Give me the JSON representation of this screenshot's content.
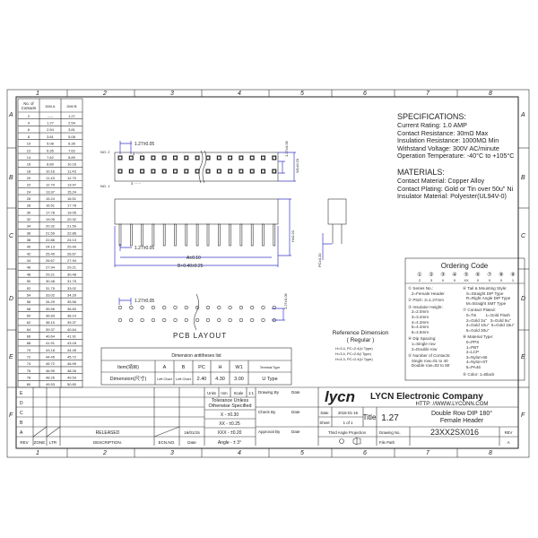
{
  "frame": {
    "columns": [
      "1",
      "2",
      "3",
      "4",
      "5",
      "6",
      "7",
      "8"
    ],
    "rows": [
      "A",
      "B",
      "C",
      "D",
      "E",
      "F"
    ]
  },
  "contacts_table": {
    "headers": [
      "No. of Contacts",
      "DIM A",
      "DIM B"
    ],
    "rows": [
      [
        "2",
        "-----",
        "1.27"
      ],
      [
        "4",
        "1.27",
        "2.54"
      ],
      [
        "6",
        "2.54",
        "3.81"
      ],
      [
        "8",
        "3.81",
        "5.08"
      ],
      [
        "10",
        "5.08",
        "6.35"
      ],
      [
        "12",
        "6.35",
        "7.62"
      ],
      [
        "14",
        "7.62",
        "8.89"
      ],
      [
        "16",
        "8.89",
        "10.16"
      ],
      [
        "18",
        "10.16",
        "11.43"
      ],
      [
        "20",
        "11.43",
        "12.70"
      ],
      [
        "22",
        "12.70",
        "13.97"
      ],
      [
        "24",
        "13.97",
        "15.24"
      ],
      [
        "26",
        "15.24",
        "16.51"
      ],
      [
        "28",
        "16.51",
        "17.78"
      ],
      [
        "30",
        "17.78",
        "19.05"
      ],
      [
        "32",
        "19.05",
        "20.32"
      ],
      [
        "34",
        "20.32",
        "21.59"
      ],
      [
        "36",
        "21.59",
        "22.86"
      ],
      [
        "38",
        "22.86",
        "24.13"
      ],
      [
        "40",
        "24.13",
        "25.40"
      ],
      [
        "42",
        "25.40",
        "26.67"
      ],
      [
        "44",
        "26.67",
        "27.94"
      ],
      [
        "46",
        "27.94",
        "29.21"
      ],
      [
        "48",
        "29.21",
        "30.48"
      ],
      [
        "50",
        "30.48",
        "31.75"
      ],
      [
        "52",
        "31.75",
        "33.02"
      ],
      [
        "54",
        "33.02",
        "34.29"
      ],
      [
        "56",
        "34.29",
        "35.56"
      ],
      [
        "58",
        "35.56",
        "36.83"
      ],
      [
        "60",
        "36.83",
        "38.10"
      ],
      [
        "62",
        "38.10",
        "39.37"
      ],
      [
        "64",
        "39.37",
        "40.64"
      ],
      [
        "66",
        "40.64",
        "41.91"
      ],
      [
        "68",
        "41.91",
        "43.18"
      ],
      [
        "70",
        "43.18",
        "44.45"
      ],
      [
        "72",
        "44.45",
        "45.72"
      ],
      [
        "74",
        "45.72",
        "46.99"
      ],
      [
        "76",
        "46.99",
        "48.26"
      ],
      [
        "78",
        "48.26",
        "49.53"
      ],
      [
        "80",
        "49.53",
        "50.80"
      ]
    ]
  },
  "drawing": {
    "no2": "NO. 2",
    "no1": "NO. 1",
    "pin4": "4 ······",
    "pin3": "3 ······",
    "pitch_top": "1.27±0.05",
    "row_pitch": "1.27±0.05",
    "w1": "W1±0.20",
    "pitch_side": "1.27±0.05",
    "dim_a": "A±0.10",
    "dim_b": "B+0.40±0.25",
    "h": "H±0.20",
    "pc": "PC±0.20",
    "pcb_pitch": "1.27±0.05",
    "pcb_row": "1.27±0.05",
    "pcb_label": "PCB LAYOUT"
  },
  "dimension_table": {
    "title": "Dimension antitheses list",
    "headers": [
      "Item(項目)",
      "A",
      "B",
      "PC",
      "H",
      "W1",
      "Terminal Type"
    ],
    "values": [
      "Dimension(尺寸)",
      "Left Chart",
      "Left Chart",
      "2.40",
      "4.30",
      "3.00",
      "U Type"
    ]
  },
  "reference": {
    "title": "Reference Dimension",
    "subtitle": "( Regular )",
    "lines": [
      "H=3.4, PC=2.4(U Type)",
      "H=3.4, PC=2.8(I Type)",
      "H=4.3, PC=2.4(U Type)"
    ]
  },
  "specifications": {
    "title": "SPECIFICATIONS:",
    "items": [
      "Current Rating: 1.0 AMP",
      "Contact Resistance: 30mΩ Max",
      "Insulation Resistance: 1000MΩ Min",
      "Withstand Voltage: 300V AC/minute",
      "Operation Temperature: -40°C to +105°C"
    ]
  },
  "materials": {
    "title": "MATERIALS:",
    "items": [
      "Contact Material: Copper Alloy",
      "Contact Plating: Gold or Tin over 50u\" Ni",
      "Insulator Material: Polyester(UL94V-0)"
    ]
  },
  "ordering": {
    "title": "Ordering Code",
    "nums": [
      "①",
      "②",
      "③",
      "④",
      "⑤",
      "⑥",
      "⑦",
      "⑧",
      "⑨"
    ],
    "codes": [
      "2",
      "3",
      "X",
      "X",
      "XX",
      "X",
      "X",
      "X",
      "1"
    ],
    "left": [
      "① Series No.:",
      "   2=Female Header",
      "② Pitch: 3=1.27mm",
      "③ Insulator Height:",
      "   2=2.0mm",
      "   3=3.4mm",
      "   4=4.3mm",
      "   5=4.4mm",
      "   6=4.6mm",
      "④ Dip Spacing:",
      "   1=Single row",
      "   2=Double row",
      "⑤ Number of Contacts:",
      "   Single row=01 to 40",
      "   Double row=02 to 80"
    ],
    "right": [
      "⑥ Tail & Mounting Style:",
      "   S=Straight DIP Type",
      "   R=Right Angle DIP Type",
      "   M=Straight SMT Type",
      "⑦ Contact Plated:",
      "   0=Tin        1=Gold Flash",
      "   2=Gold 3u\"   3=Gold 5u\"",
      "   4=Gold 10u\"  5=Gold 15u\"",
      "   6=Gold 30u\"",
      "⑧ Material Type:",
      "   0=PPS",
      "   1=PBT",
      "   2=LCP",
      "   3=Nylon-66",
      "   4=Nylon-6T",
      "   5=PA46",
      "⑨ Color: 1=Black"
    ]
  },
  "title_block": {
    "rev_rows": [
      "E",
      "D",
      "C",
      "B",
      "A"
    ],
    "released": "RELEASED",
    "release_date": "16/01/15",
    "footer": [
      "REV",
      "ZONE",
      "LTR",
      "DESCRIPTION.",
      "ECN.NO.",
      "Date"
    ],
    "units_label": "Units",
    "units": "mm",
    "scale_label": "Scale",
    "scale": "1:1",
    "tolerance_title": "Tolerance Unless Otherwise Specified",
    "tolerances": [
      "X  -  ±0.30",
      "XX  -  ±0.25",
      "XXX  -  ±0.20",
      "Angle  -  ± 3°"
    ],
    "drawing_by": "Drawing By",
    "check_by": "Check  By",
    "approval_by": "Approval By",
    "date_label": "Date",
    "logo": "lycn",
    "company": "LYCN Electronic Company",
    "url": "HTTP: //WWW.LYCONN.COM",
    "date_value": "2015-01-16",
    "sheet_label": "Sheet",
    "sheet_value": "1 of 1",
    "title_label": "Title",
    "pitch": "1.27",
    "title_line1": "Double Row DIP 180°",
    "title_line2": "Female Header",
    "projection": "Third Angle Projection",
    "drawing_no_label": "Drawing No.",
    "drawing_no": "23XX2SX016",
    "rev_label": "REV",
    "rev_value": "A",
    "file_path_label": "File Path"
  }
}
